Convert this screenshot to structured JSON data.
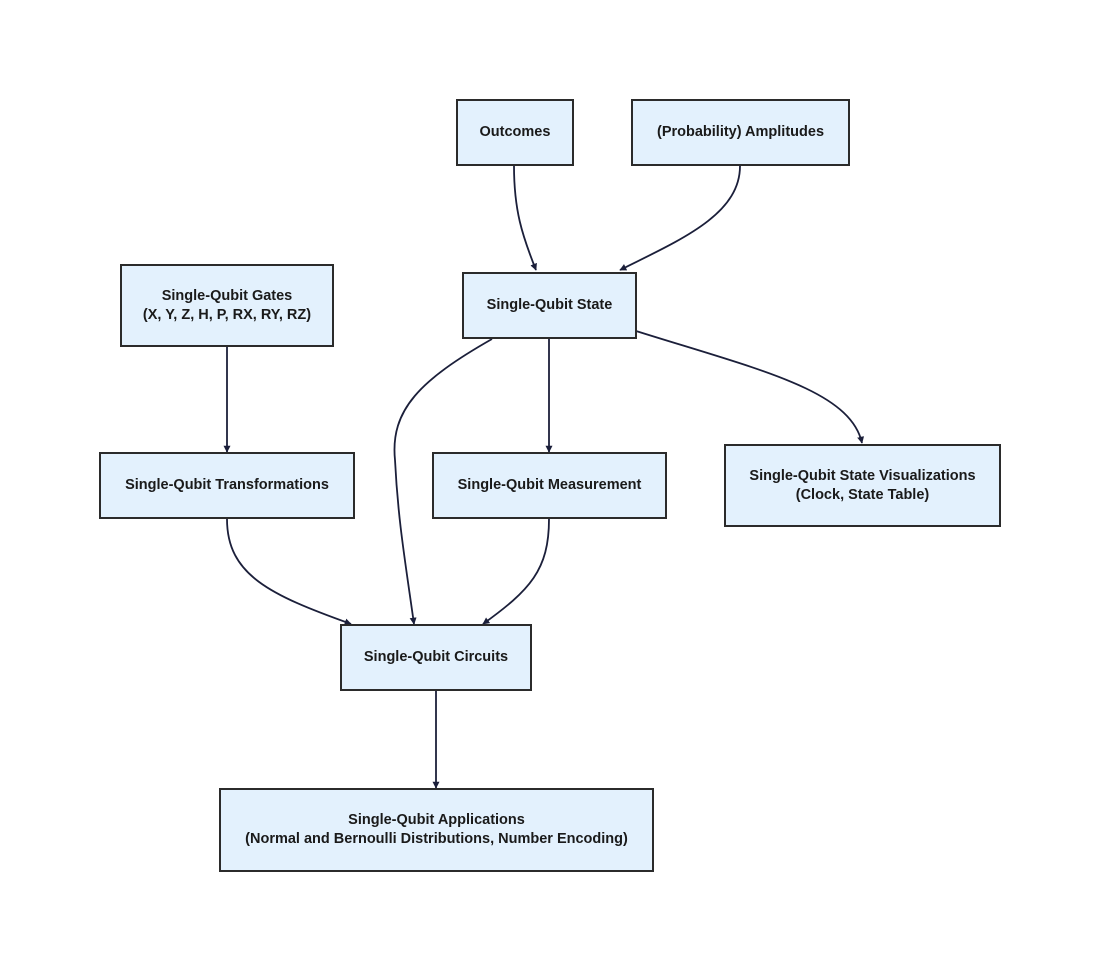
{
  "diagram": {
    "nodes": {
      "outcomes": {
        "lines": [
          "Outcomes"
        ]
      },
      "amplitudes": {
        "lines": [
          "(Probability) Amplitudes"
        ]
      },
      "gates": {
        "lines": [
          "Single-Qubit Gates",
          "(X, Y, Z, H, P, RX, RY, RZ)"
        ]
      },
      "state": {
        "lines": [
          "Single-Qubit State"
        ]
      },
      "transformations": {
        "lines": [
          "Single-Qubit Transformations"
        ]
      },
      "measurement": {
        "lines": [
          "Single-Qubit Measurement"
        ]
      },
      "visualizations": {
        "lines": [
          "Single-Qubit State Visualizations",
          "(Clock, State Table)"
        ]
      },
      "circuits": {
        "lines": [
          "Single-Qubit Circuits"
        ]
      },
      "applications": {
        "lines": [
          "Single-Qubit Applications",
          "(Normal and Bernoulli Distributions, Number Encoding)"
        ]
      }
    },
    "edges": [
      {
        "from": "outcomes",
        "to": "state"
      },
      {
        "from": "amplitudes",
        "to": "state"
      },
      {
        "from": "gates",
        "to": "transformations"
      },
      {
        "from": "state",
        "to": "measurement"
      },
      {
        "from": "state",
        "to": "visualizations"
      },
      {
        "from": "state",
        "to": "circuits"
      },
      {
        "from": "transformations",
        "to": "circuits"
      },
      {
        "from": "measurement",
        "to": "circuits"
      },
      {
        "from": "circuits",
        "to": "applications"
      }
    ],
    "colors": {
      "node_fill": "#e3f1fd",
      "node_border": "#2b2b2b",
      "edge": "#1b1f3a"
    }
  }
}
